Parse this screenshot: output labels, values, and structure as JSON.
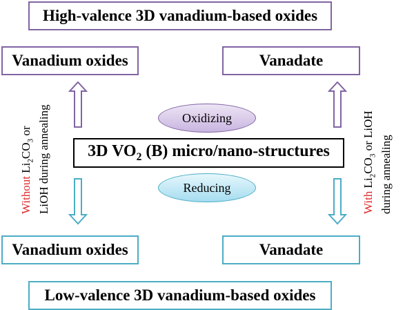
{
  "diagram": {
    "top": "High-valence 3D vanadium-based oxides",
    "bottom": "Low-valence 3D vanadium-based oxides",
    "upper_left": "Vanadium oxides",
    "upper_right": "Vanadate",
    "lower_left": "Vanadium oxides",
    "lower_right": "Vanadate",
    "center": {
      "prefix": "3D VO",
      "sub": "2",
      "suffix": " (B) micro/nano-structures"
    },
    "oxidizing": "Oxidizing",
    "reducing": "Reducing",
    "left_note": {
      "highlight": "Without",
      "line1_rest": " Li",
      "line1_sub1": "2",
      "line1_mid": "CO",
      "line1_sub2": "3",
      "line1_end": " or",
      "line2": "LiOH during annealing"
    },
    "right_note": {
      "highlight": "With",
      "line1_rest": " Li",
      "line1_sub1": "2",
      "line1_mid": "CO",
      "line1_sub2": "3",
      "line1_end": " or LiOH",
      "line2": "during annealing"
    },
    "colors": {
      "oxidize": "#8064a2",
      "reduce": "#4bacc6",
      "highlight": "#e0262b"
    }
  }
}
